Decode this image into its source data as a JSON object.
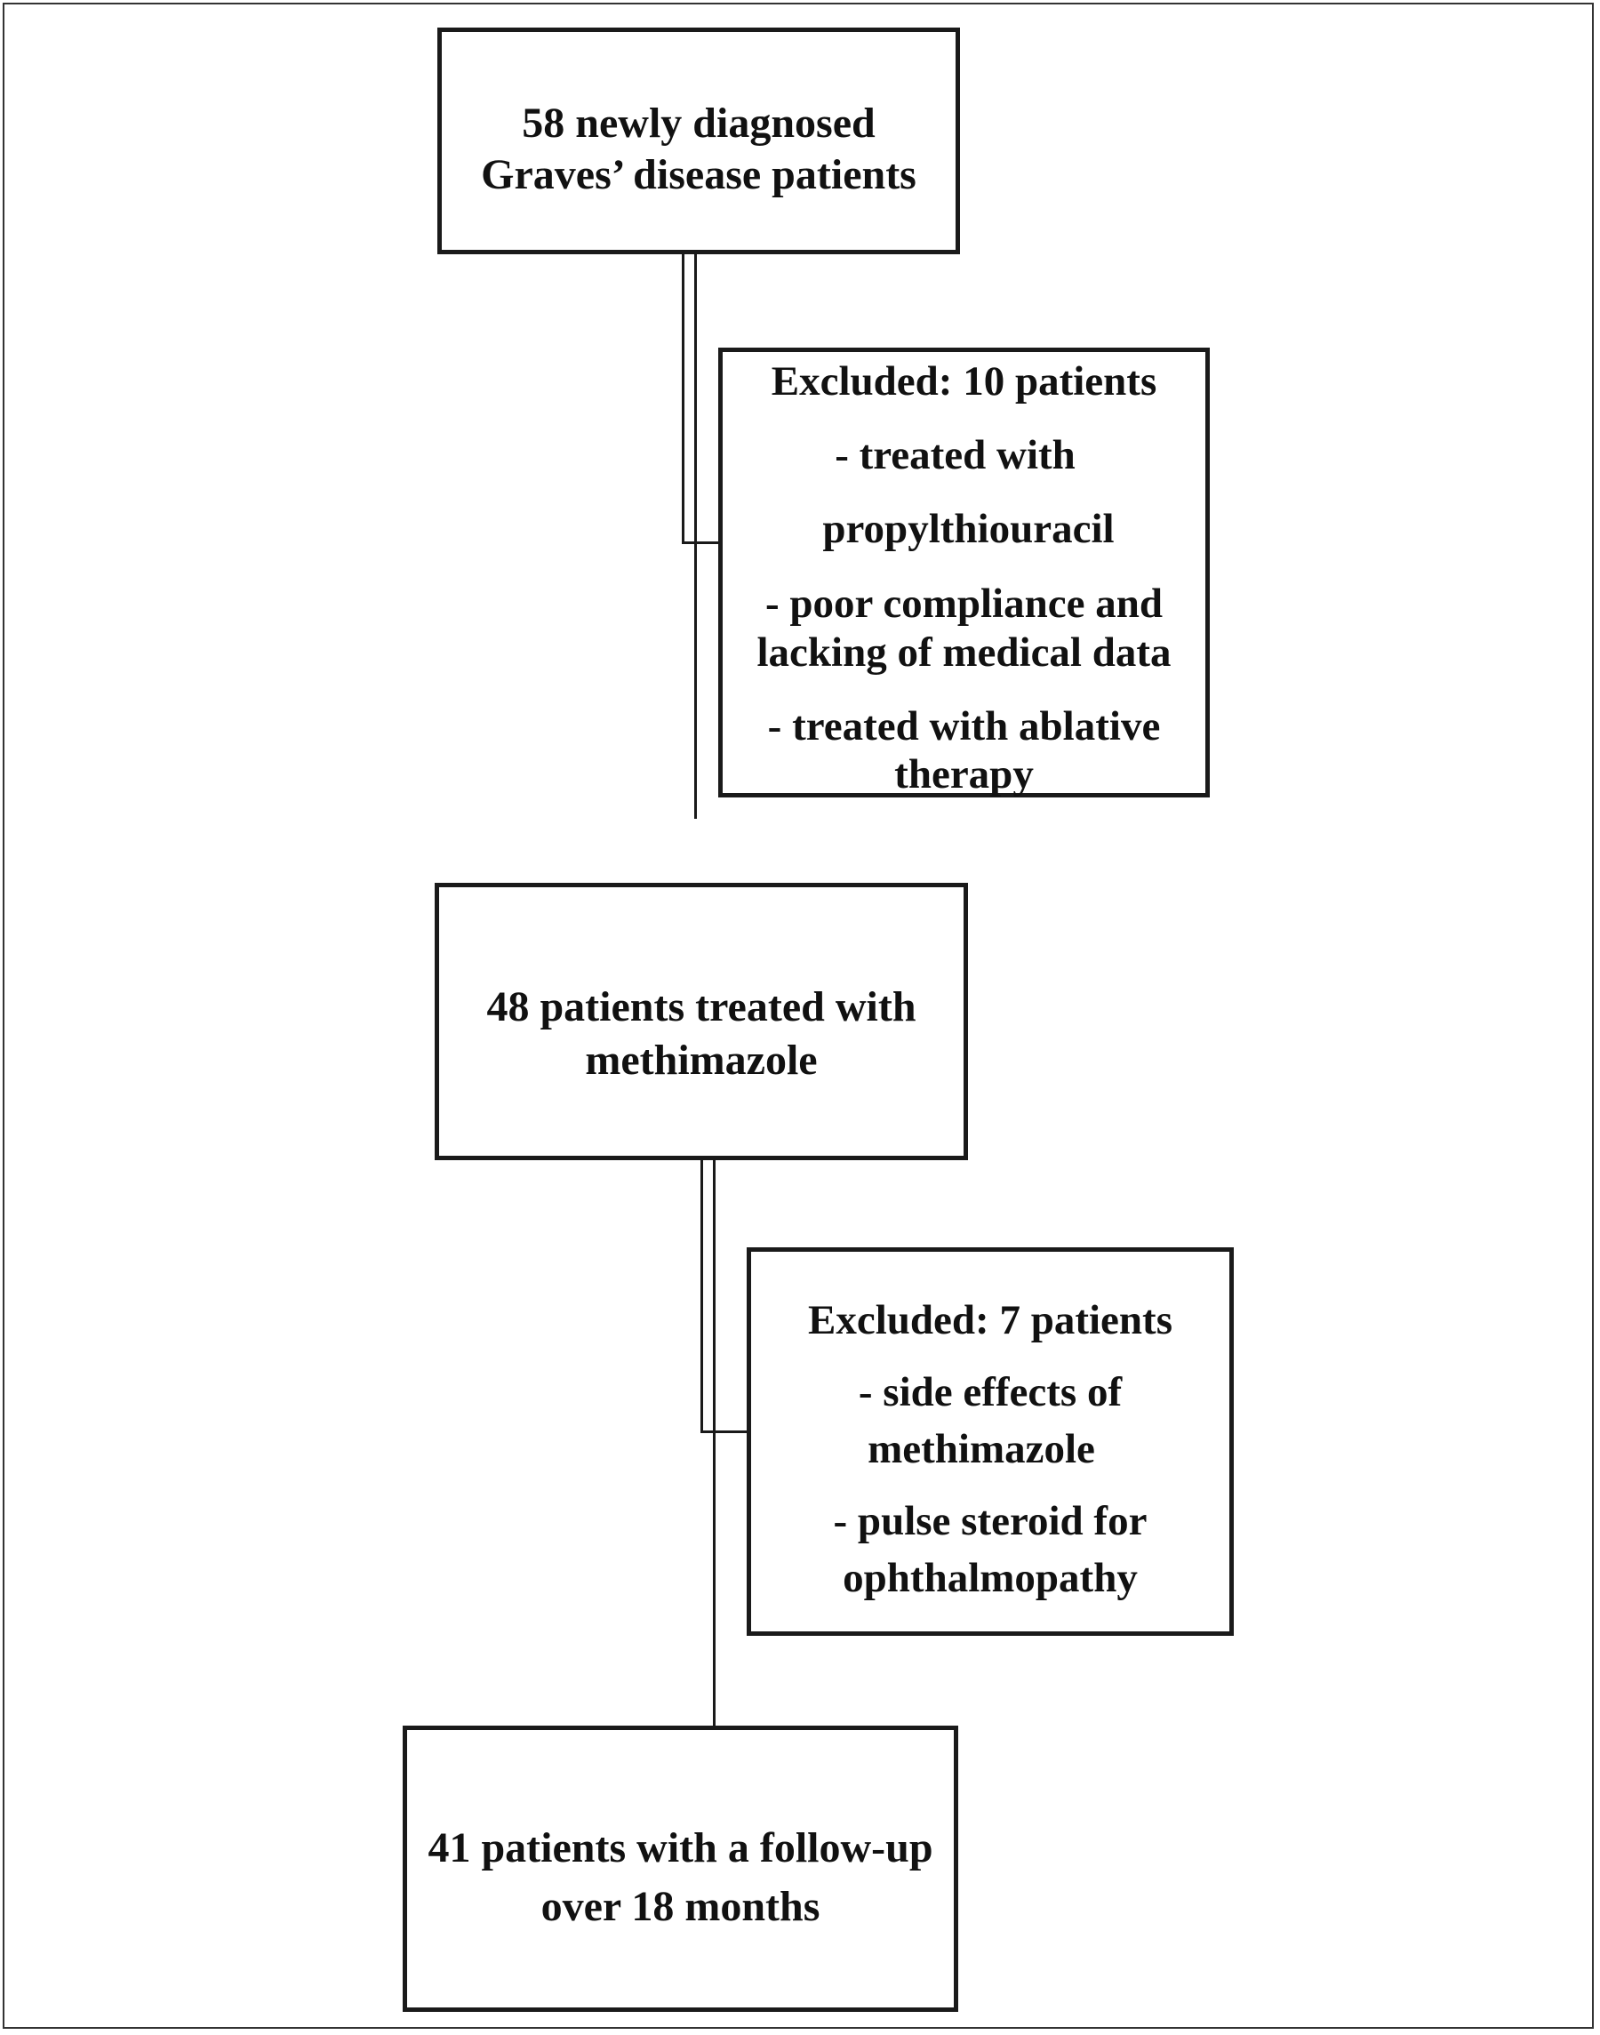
{
  "box_start": {
    "count": "58",
    "text_a": "newly diagnosed",
    "text_b": "Graves’ disease patients"
  },
  "excluded_1": {
    "heading_pre": "Excluded:",
    "count": "10",
    "heading_post": "patients",
    "lines": [
      "- treated with",
      "propylthiouracil",
      "-  poor compliance   and",
      "lacking of medical data",
      "- treated with ablative",
      "therapy"
    ]
  },
  "box_mid": {
    "count": "48",
    "text_a": "patients treated with",
    "text_b": "methimazole"
  },
  "excluded_2": {
    "heading_pre": "Excluded:",
    "count": "7",
    "heading_post": "patients",
    "lines": [
      "- side  effects of",
      "methimazole",
      "- pulse steroid for",
      "ophthalmopathy"
    ]
  },
  "box_end": {
    "count": "41",
    "text_a": "patients with a follow-up",
    "text_b": "over 18 months"
  }
}
